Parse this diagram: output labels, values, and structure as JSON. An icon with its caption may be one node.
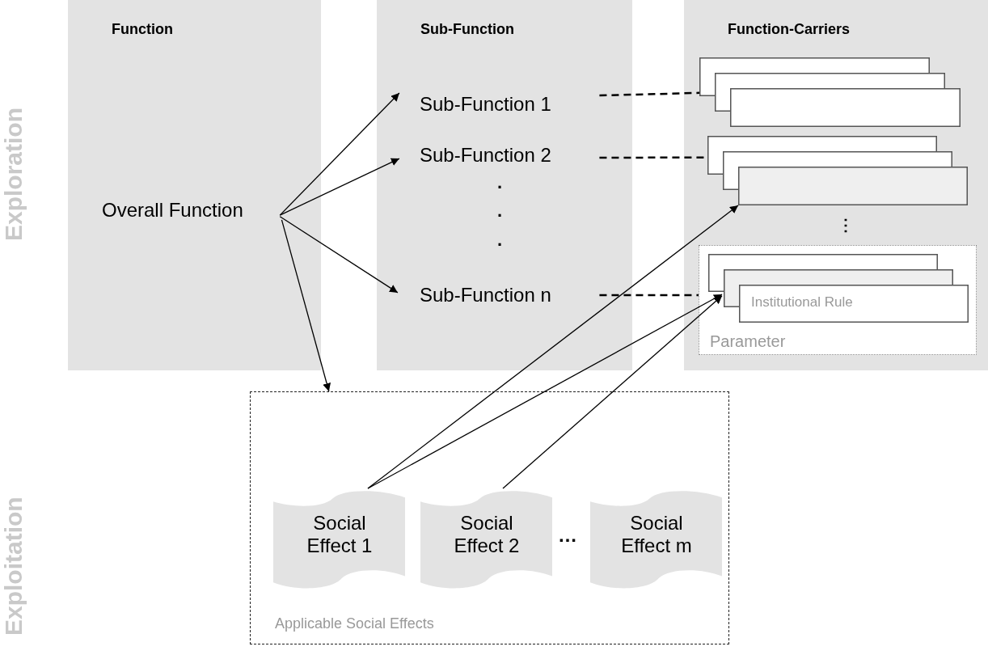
{
  "diagram": {
    "nodes": [
      {
        "text": [
          "Function"
        ]
      },
      {
        "text": [
          "Overall Function"
        ],
        "in": 0
      },
      {
        "text": [
          "Sub-Function"
        ]
      },
      {
        "text": [
          "Sub-Function 1"
        ],
        "in": 2
      },
      {
        "text": [
          "Sub-Function 2"
        ],
        "in": 2
      },
      {
        "text": [
          "Sub-Function n"
        ],
        "in": 2
      },
      {
        "text": [
          "Function-Carriers"
        ]
      },
      {
        "text": [],
        "shape": "stack",
        "in": 6
      },
      {
        "text": [],
        "shape": "stack",
        "in": 6
      },
      {
        "text": [
          "Parameter"
        ],
        "in": 6
      },
      {
        "text": [
          "Institutional Rule"
        ],
        "in": 9
      },
      {
        "text": [
          "Applicable Social Effects"
        ]
      },
      {
        "text": [
          "Social Effect 1"
        ],
        "in": 11
      },
      {
        "text": [
          "Social Effect 2"
        ],
        "in": 11
      },
      {
        "text": [
          "Social Effect m"
        ],
        "in": 11
      }
    ],
    "edges": [
      {
        "from": 1,
        "to": 3,
        "arrow": "to"
      },
      {
        "from": 1,
        "to": 4,
        "arrow": "to"
      },
      {
        "from": 1,
        "to": 5,
        "arrow": "to"
      },
      {
        "from": 1,
        "to": 11,
        "arrow": "to"
      },
      {
        "from": 3,
        "to": 7,
        "arrow": "none",
        "style": "dashed"
      },
      {
        "from": 4,
        "to": 8,
        "arrow": "none",
        "style": "dashed"
      },
      {
        "from": 5,
        "to": 9,
        "arrow": "none",
        "style": "dashed"
      },
      {
        "from": 12,
        "to": 8,
        "arrow": "to"
      },
      {
        "from": 12,
        "to": 10,
        "arrow": "to"
      },
      {
        "from": 13,
        "to": 10,
        "arrow": "to"
      }
    ],
    "labels": [
      "Exploration",
      "Exploitation",
      ".",
      ".",
      ".",
      "⋮",
      "…"
    ]
  }
}
